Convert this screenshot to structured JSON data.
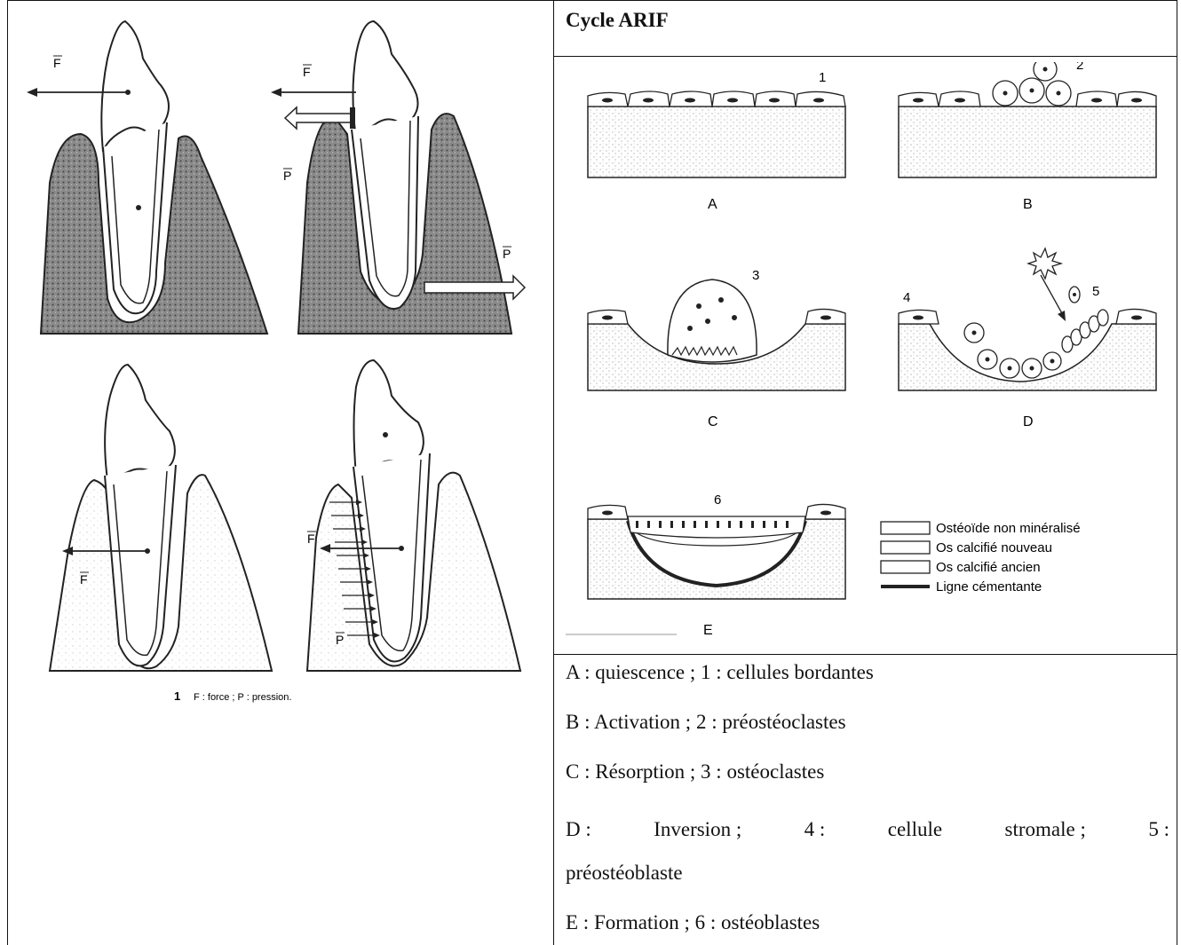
{
  "left_figure": {
    "caption_number": "1",
    "caption_text": "F : force ; P : pression.",
    "label_F": "F",
    "label_P": "P"
  },
  "right_cell": {
    "title": "Cycle ARIF",
    "stages": {
      "A": "A",
      "B": "B",
      "C": "C",
      "D": "D",
      "E": "E"
    },
    "numbers": [
      "1",
      "2",
      "3",
      "4",
      "5",
      "6"
    ],
    "diagram_legend": [
      "Ostéoïde non minéralisé",
      "Os calcifié nouveau",
      "Os calcifié ancien",
      "Ligne cémentante"
    ],
    "description": [
      "A : quiescence ; 1 : cellules bordantes",
      "B : Activation ; 2 : préostéoclastes",
      "C : Résorption ; 3 : ostéoclastes",
      "D : Inversion ; 4 : cellule stromale ; 5 :",
      "préostéoblaste",
      "E : Formation ; 6 : ostéoblastes"
    ],
    "description_row4_parts": [
      "D :",
      "Inversion ;",
      "4 :",
      "cellule",
      "stromale ;",
      "5 :"
    ]
  }
}
